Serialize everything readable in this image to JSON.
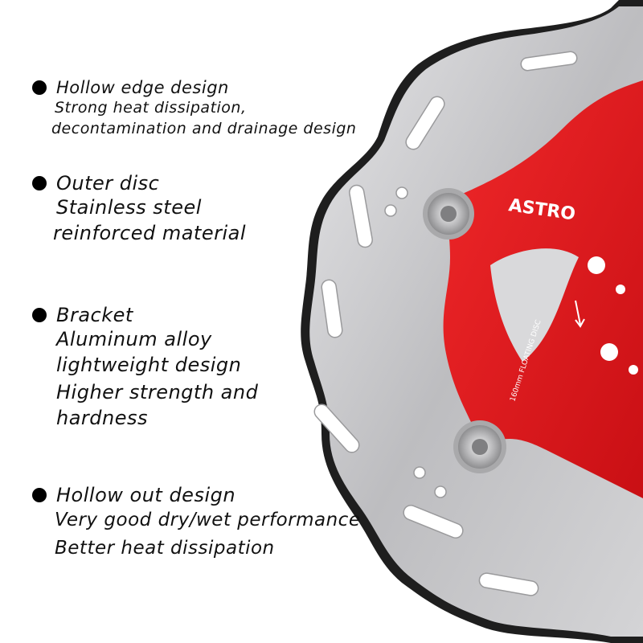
{
  "product": {
    "logo_text": "ASTRO",
    "disc_text": "160mm FLOATING DISC",
    "colors": {
      "bracket": "#e4161a",
      "rotor": "#c9c9cb",
      "rotor_edge": "#2a2a2a",
      "background": "#ffffff"
    },
    "icons": [
      "rotation-arrow-icon",
      "bullet-icon"
    ]
  },
  "features": [
    {
      "title": "Hollow edge design",
      "lines": [
        "Strong heat dissipation,",
        "decontamination and drainage design"
      ]
    },
    {
      "title": "Outer disc",
      "lines": [
        "Stainless steel",
        "reinforced material"
      ]
    },
    {
      "title": "Bracket",
      "lines": [
        "Aluminum alloy",
        "lightweight design",
        "Higher strength and",
        "hardness"
      ]
    },
    {
      "title": "Hollow out design",
      "lines": [
        "Very good dry/wet performance",
        "Better heat dissipation"
      ]
    }
  ]
}
